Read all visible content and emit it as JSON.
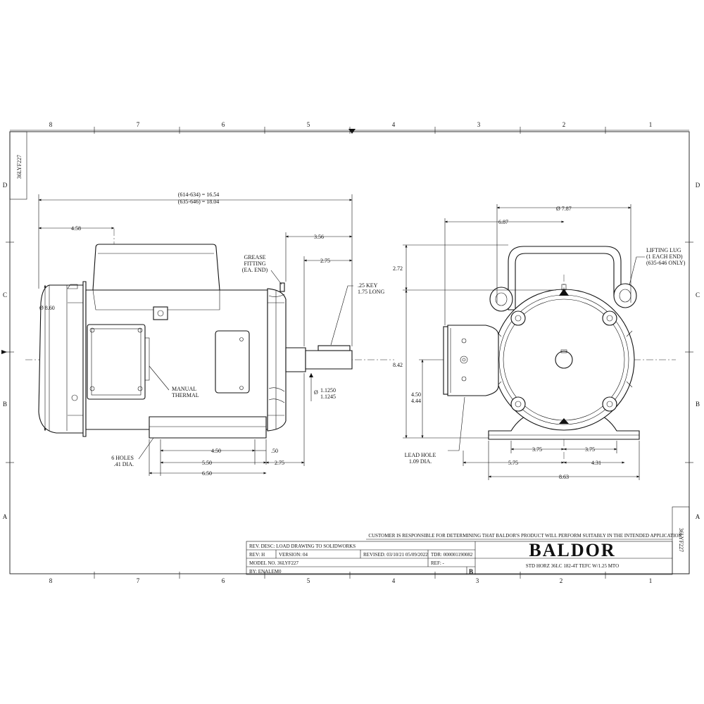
{
  "border": {
    "col_labels": [
      "8",
      "7",
      "6",
      "5",
      "4",
      "3",
      "2",
      "1"
    ],
    "row_labels": [
      "D",
      "C",
      "B",
      "A"
    ]
  },
  "side_label": "36LYF227",
  "side_view": {
    "dims": {
      "overall_1": "(614-634) = 16.54",
      "overall_2": "(635-646) = 18.04",
      "d458": "4.58",
      "d356": "3.56",
      "d275_top": "2.75",
      "d860": "Ø 8.60",
      "shaft_1": "1.1250",
      "shaft_2": "1.1245",
      "d450": "4.50",
      "d050": ".50",
      "d550": "5.50",
      "d275_bot": "2.75",
      "d650": "6.50"
    },
    "labels": {
      "grease_1": "GREASE",
      "grease_2": "FITTING",
      "grease_3": "(EA. END)",
      "key_1": ".25 KEY",
      "key_2": "1.75 LONG",
      "manual_1": "MANUAL",
      "manual_2": "THERMAL",
      "holes_1": "6 HOLES",
      "holes_2": ".41 DIA."
    }
  },
  "end_view": {
    "dims": {
      "d787": "Ø 7.87",
      "d687": "6.87",
      "d272": "2.72",
      "d842": "8.42",
      "d450": "4.50",
      "d444": "4.44",
      "d375_l": "3.75",
      "d375_r": "3.75",
      "d575": "5.75",
      "d431": "4.31",
      "d863": "8.63"
    },
    "labels": {
      "lug_1": "LIFTING LUG",
      "lug_2": "(1 EACH END)",
      "lug_3": "(635-646 ONLY)",
      "lead_1": "LEAD HOLE",
      "lead_2": "1.09 DIA."
    }
  },
  "title_block": {
    "disclaimer": "CUSTOMER IS RESPONSIBLE FOR DETERMINING THAT BALDOR'S PRODUCT WILL PERFORM SUITABLY IN THE INTENDED APPLICATION",
    "rev_desc": "REV. DESC: LOAD DRAWING TO SOLIDWORKS",
    "rev": "REV:  H",
    "version": "VERSION:  04",
    "revised": "REVISED:  03/10/21 05/09/2022",
    "tdr": "TDR:  000001190082",
    "model": "MODEL NO.  36LYF227",
    "ref": "REF:  -",
    "by": "BY:  ENALEM0",
    "size": "B",
    "brand": "BALDOR",
    "description": "STD HORZ 36LC 182-4T TEFC W/1.25 MTO"
  }
}
